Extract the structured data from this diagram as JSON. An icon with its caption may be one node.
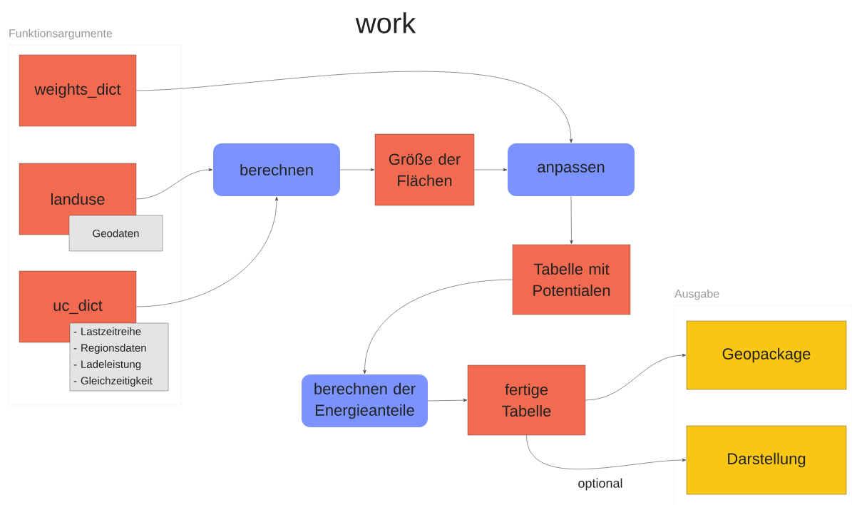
{
  "diagram": {
    "title": "work",
    "nodes": [
      {
        "text": [
          "Funktionsargumente"
        ]
      },
      {
        "text": [
          "weights_dict"
        ],
        "in": 0
      },
      {
        "text": [
          "landuse"
        ],
        "in": 0
      },
      {
        "text": [
          "Geodaten"
        ],
        "in": 0
      },
      {
        "text": [
          "uc_dict"
        ],
        "in": 0
      },
      {
        "text": [
          "- Lastzeitreihe",
          "- Regionsdaten",
          "- Ladeleistung",
          "- Gleichzeitigkeit"
        ],
        "in": 0
      },
      {
        "text": [
          "berechnen"
        ]
      },
      {
        "text": [
          "Größe der Flächen"
        ]
      },
      {
        "text": [
          "anpassen"
        ]
      },
      {
        "text": [
          "Tabelle mit Potentialen"
        ]
      },
      {
        "text": [
          "berechnen der Energieanteile"
        ]
      },
      {
        "text": [
          "fertige Tabelle"
        ]
      },
      {
        "text": [
          "Ausgabe"
        ]
      },
      {
        "text": [
          "Geopackage"
        ],
        "in": 12
      },
      {
        "text": [
          "Darstellung"
        ],
        "in": 12
      }
    ],
    "edges": [
      {
        "from": 1,
        "to": 8,
        "arrow": "to"
      },
      {
        "from": 2,
        "to": 6,
        "arrow": "to"
      },
      {
        "from": 4,
        "to": 6,
        "arrow": "to"
      },
      {
        "from": 6,
        "to": 7,
        "arrow": "to"
      },
      {
        "from": 7,
        "to": 8,
        "arrow": "to"
      },
      {
        "from": 8,
        "to": 9,
        "arrow": "to"
      },
      {
        "from": 9,
        "to": 10,
        "arrow": "to"
      },
      {
        "from": 10,
        "to": 11,
        "arrow": "to"
      },
      {
        "from": 11,
        "to": 13,
        "arrow": "to"
      },
      {
        "from": 11,
        "to": 14,
        "arrow": "to",
        "label": "optional"
      }
    ]
  }
}
